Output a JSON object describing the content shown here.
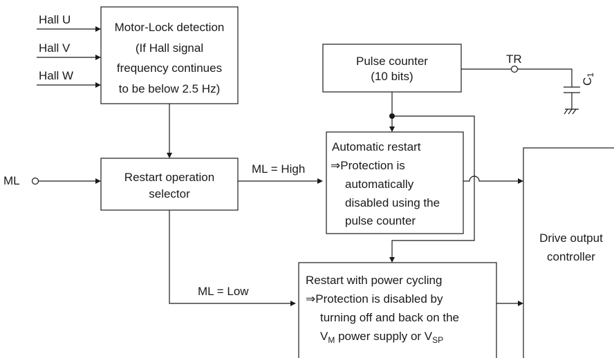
{
  "inputs": {
    "hall_u": "Hall U",
    "hall_v": "Hall V",
    "hall_w": "Hall W",
    "ml": "ML"
  },
  "motor_lock": {
    "line1": "Motor-Lock detection",
    "line2": "(If Hall signal",
    "line3": "frequency continues",
    "line4": "to be below 2.5 Hz)"
  },
  "restart_selector": {
    "line1": "Restart operation",
    "line2": "selector"
  },
  "pulse_counter": {
    "line1": "Pulse counter",
    "line2": "(10 bits)"
  },
  "tr_label": "TR",
  "cap": {
    "label": "C",
    "sub": "1"
  },
  "auto_restart": {
    "line1": "Automatic restart",
    "line2": "⇒Protection is",
    "line3": "automatically",
    "line4": "disabled using the",
    "line5": "pulse counter"
  },
  "ml_high": "ML = High",
  "ml_low": "ML = Low",
  "power_restart": {
    "line1": "Restart with power cycling",
    "line2": "⇒Protection is disabled by",
    "line3": "turning off and back on the",
    "line4_a": "V",
    "line4_a_sub": "M",
    "line4_b": " power supply or V",
    "line4_b_sub": "SP"
  },
  "drive_output": {
    "line1": "Drive output",
    "line2": "controller"
  }
}
